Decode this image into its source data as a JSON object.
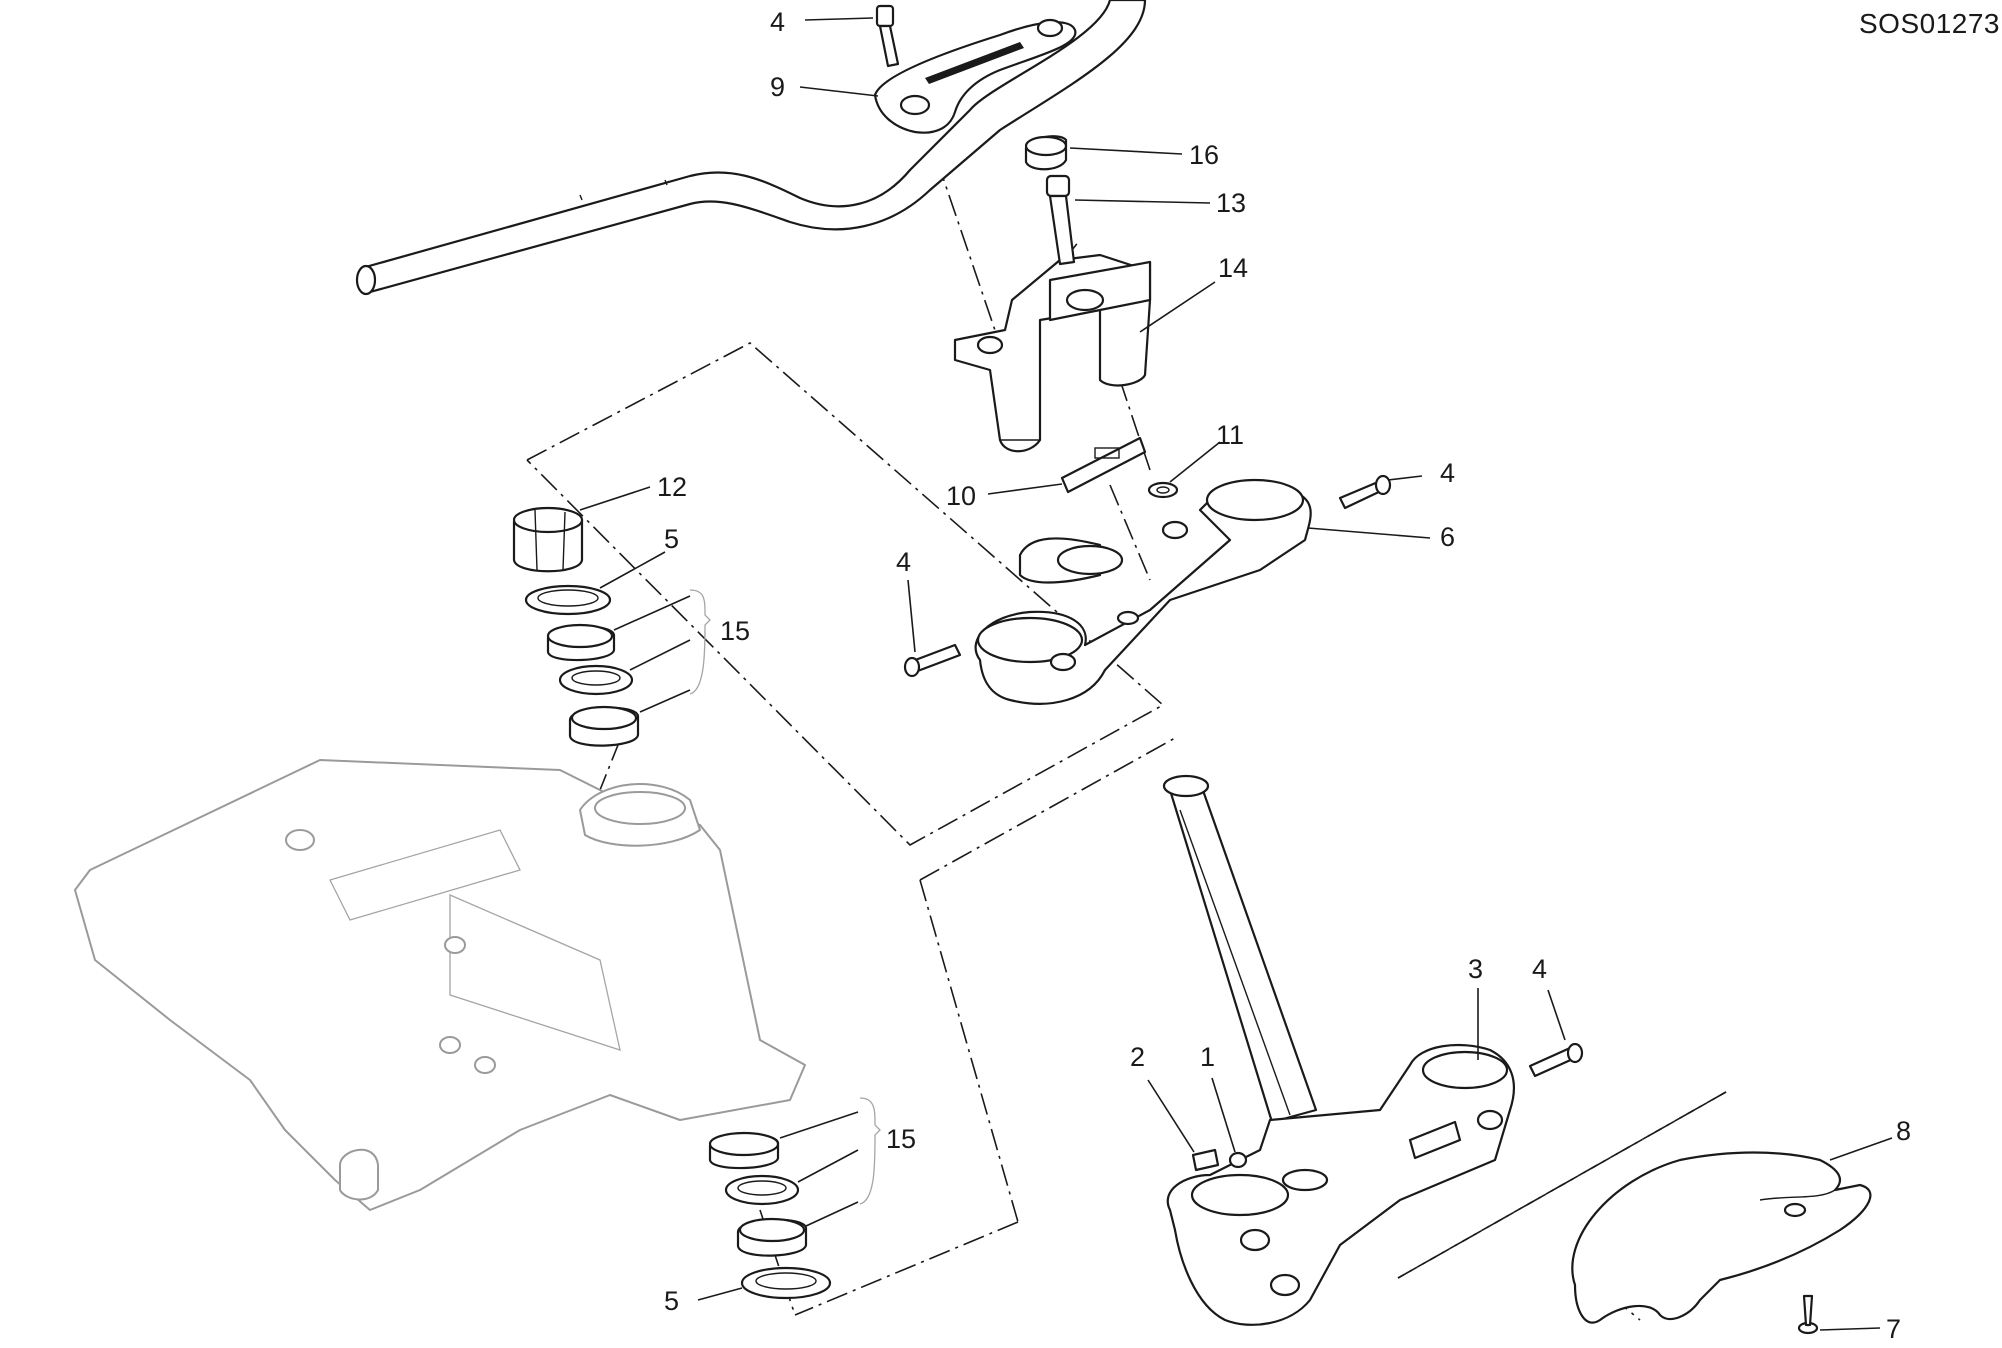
{
  "diagram": {
    "reference_code": "SOS01273",
    "callouts": [
      {
        "id": "c-4-top",
        "text": "4"
      },
      {
        "id": "c-9",
        "text": "9"
      },
      {
        "id": "c-16",
        "text": "16"
      },
      {
        "id": "c-13",
        "text": "13"
      },
      {
        "id": "c-14",
        "text": "14"
      },
      {
        "id": "c-11",
        "text": "11"
      },
      {
        "id": "c-10",
        "text": "10"
      },
      {
        "id": "c-4-right",
        "text": "4"
      },
      {
        "id": "c-6",
        "text": "6"
      },
      {
        "id": "c-4-left",
        "text": "4"
      },
      {
        "id": "c-12",
        "text": "12"
      },
      {
        "id": "c-5-top",
        "text": "5"
      },
      {
        "id": "c-15-top",
        "text": "15"
      },
      {
        "id": "c-3",
        "text": "3"
      },
      {
        "id": "c-4-lower",
        "text": "4"
      },
      {
        "id": "c-2",
        "text": "2"
      },
      {
        "id": "c-1",
        "text": "1"
      },
      {
        "id": "c-15-bottom",
        "text": "15"
      },
      {
        "id": "c-8",
        "text": "8"
      },
      {
        "id": "c-5-bottom",
        "text": "5"
      },
      {
        "id": "c-7",
        "text": "7"
      }
    ]
  }
}
